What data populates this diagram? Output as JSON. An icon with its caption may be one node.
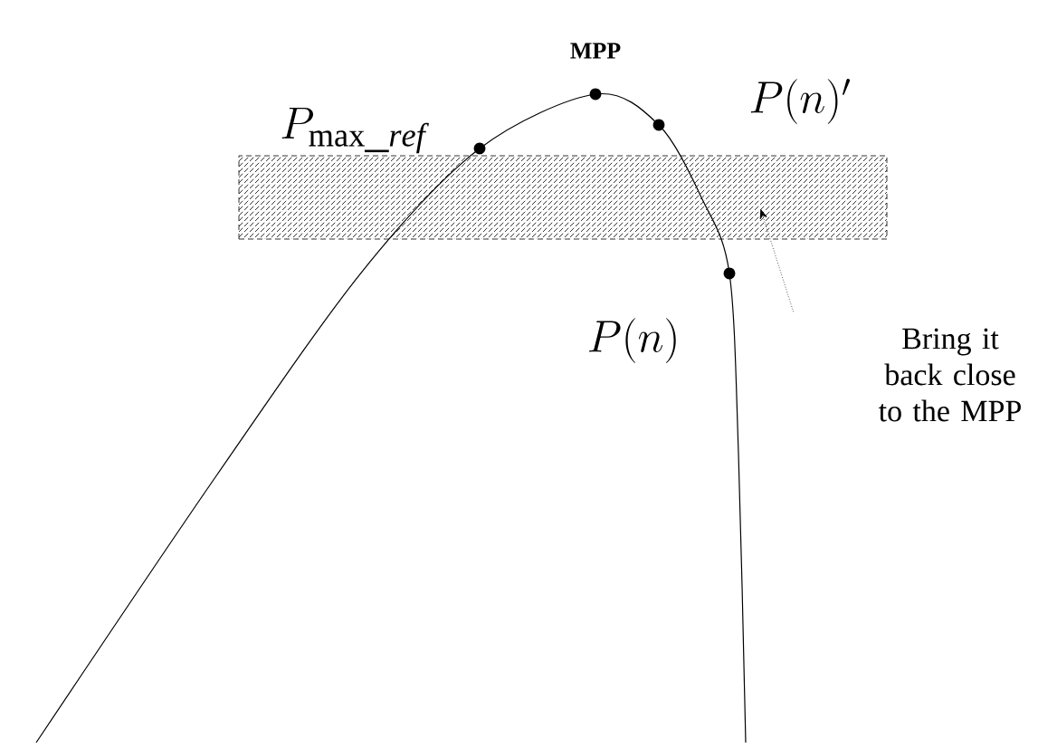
{
  "diagram": {
    "nodes": [
      {
        "text": [],
        "shape": "box"
      },
      {
        "text": [
          "Bring it back close to the MPP"
        ]
      }
    ],
    "edges": [
      {
        "from": 1,
        "to": 0,
        "arrow": "to",
        "style": "dashed"
      }
    ],
    "labels": [
      "MPP",
      "P_{\\mathrm{max}\\_\\mathit{ref}}",
      "P(n)'",
      "P(n)"
    ]
  }
}
